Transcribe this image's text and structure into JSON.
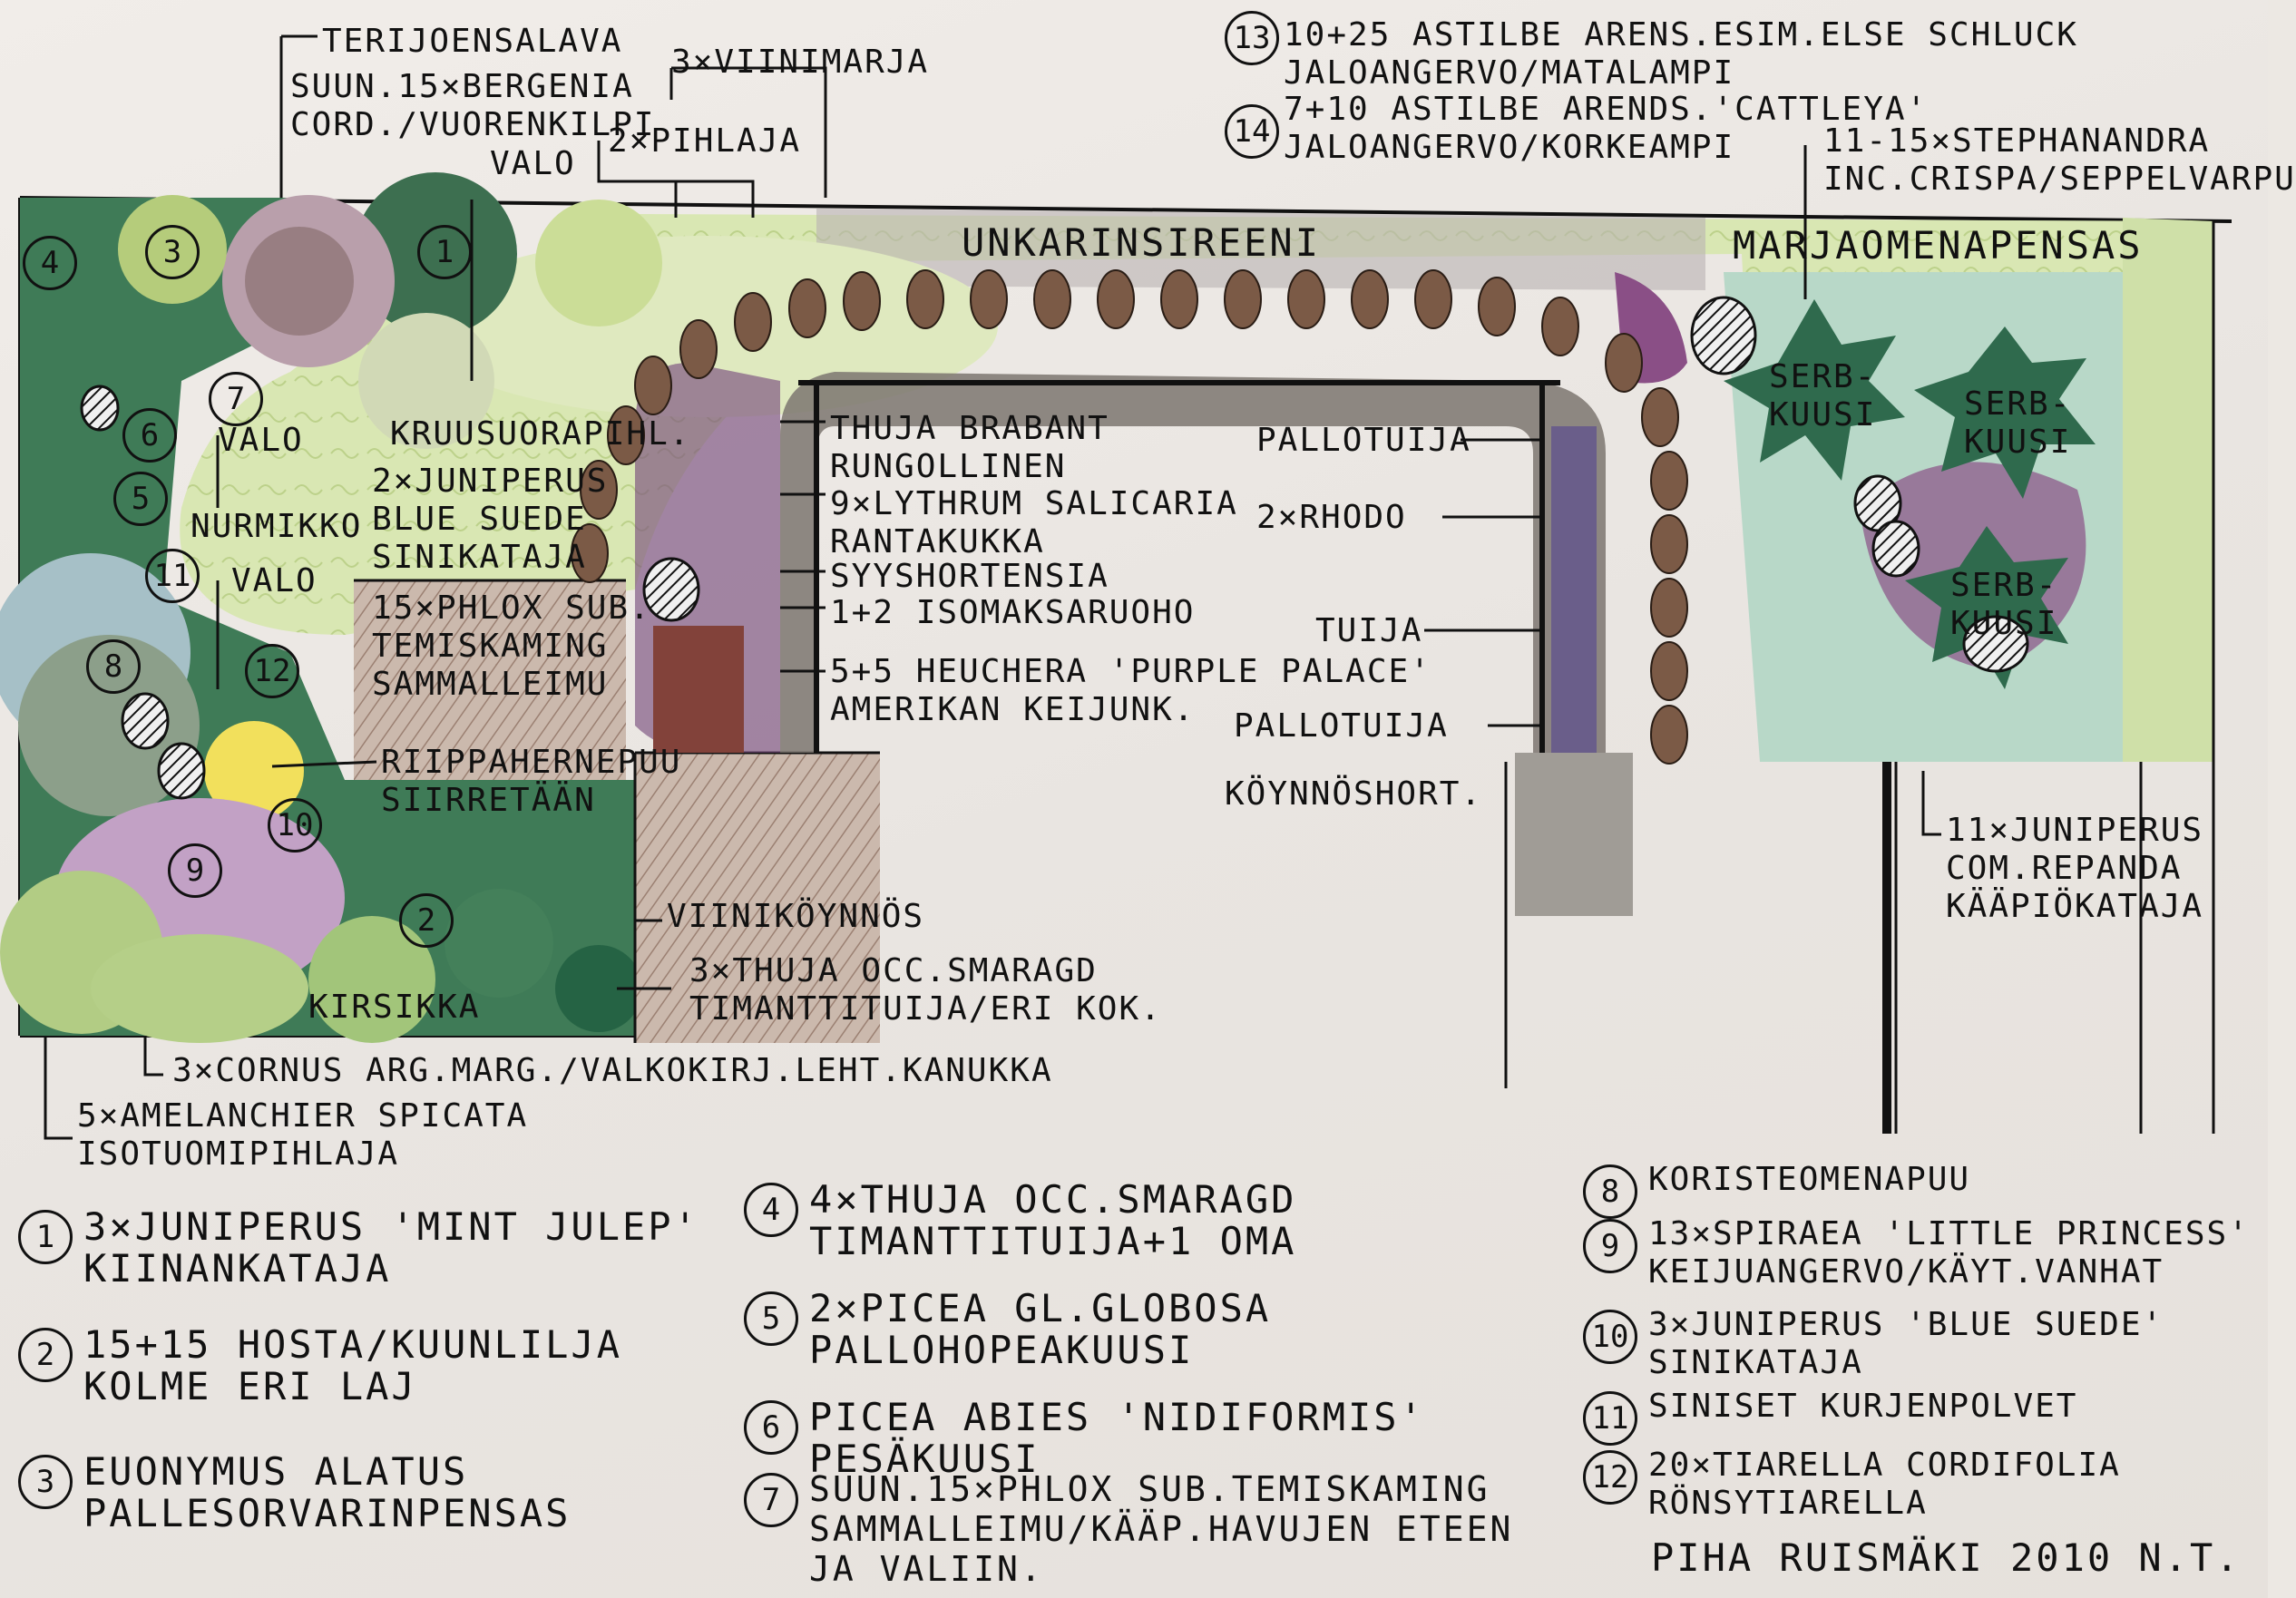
{
  "plan": {
    "labels": {
      "terijoensalava": "TERIJOENSALAVA",
      "bergenia": "SUUN.15×BERGENIA\nCORD./VUORENKILPI",
      "viinimarja": "3×VIINIMARJA",
      "pihlaja": "2×PIHLAJA",
      "valo_top": "VALO",
      "unkarinsireeni": "UNKARINSIREENI",
      "valo_left": "VALO",
      "nurmikko": "NURMIKKO",
      "valo_mid": "VALO",
      "kruusuorapihl": "KRUUSUORAPIHL.",
      "juniperus_blue": "2×JUNIPERUS\nBLUE SUEDE\nSINIKATAJA",
      "phlox": "15×PHLOX SUB.\nTEMISKAMING\nSAMMALLEIMU",
      "riippaherneenpuu": "RIIPPAHERNEPUU\nSIIRRETÄÄN",
      "thuja_brabant": "THUJA BRABANT\nRUNGOLLINEN",
      "lythrum": "9×LYTHRUM SALICARIA\nRANTAKUKKA",
      "syyshortensia": "SYYSHORTENSIA",
      "isomaksaruoho": "1+2 ISOMAKSARUOHO",
      "heuchera": "5+5 HEUCHERA 'PURPLE PALACE'\nAMERIKAN KEIJUNK.",
      "pallotuija_top": "PALLOTUIJA",
      "rhodo": "2×RHODO",
      "tuija": "TUIJA",
      "pallotuija_bottom": "PALLOTUIJA",
      "koynnoshort": "KÖYNNÖSHORT.",
      "viinikoynnos": "VIINIKÖYNNÖS",
      "thuja_smaragd": "3×THUJA OCC.SMARAGD\nTIMANTTITUIJA/ERI KOK.",
      "kirsikka": "KIRSIKKA",
      "cornus": "3×CORNUS ARG.MARG./VALKOKIRJ.LEHT.KANUKKA",
      "amelanchier": "5×AMELANCHIER SPICATA\nISOTUOMIPIHLAJA",
      "astilbe_13": "10+25 ASTILBE ARENS.ESIM.ELSE SCHLUCK\nJALOANGERVO/MATALAMPI",
      "astilbe_14": "7+10 ASTILBE ARENDS.'CATTLEYA'\nJALOANGERVO/KORKEAMPI",
      "stephanandra": "11-15×STEPHANANDRA\nINC.CRISPA/SEPPELVARPU",
      "marjaomenapensas": "MARJAOMENAPENSAS",
      "serbkuusi": "SERB-\nKUUSI",
      "juniperus_repanda": "11×JUNIPERUS\nCOM.REPANDA\nKÄÄPIÖKATAJA"
    },
    "map_numbers": [
      "13",
      "14",
      "1",
      "2",
      "3",
      "4",
      "5",
      "6",
      "7",
      "8",
      "9",
      "10",
      "11",
      "12"
    ]
  },
  "legend": [
    {
      "num": "1",
      "text": "3×JUNIPERUS 'MINT JULEP'\nKIINANKATAJA"
    },
    {
      "num": "2",
      "text": "15+15 HOSTA/KUUNLILJA\nKOLME ERI LAJ"
    },
    {
      "num": "3",
      "text": "EUONYMUS ALATUS\nPALLESORVARINPENSAS"
    },
    {
      "num": "4",
      "text": "4×THUJA OCC.SMARAGD\nTIMANTTITUIJA+1 OMA"
    },
    {
      "num": "5",
      "text": "2×PICEA GL.GLOBOSA\nPALLOHOPEAKUUSI"
    },
    {
      "num": "6",
      "text": "PICEA ABIES 'NIDIFORMIS'\nPESÄKUUSI"
    },
    {
      "num": "7",
      "text": "SUUN.15×PHLOX SUB.TEMISKAMING\nSAMMALLEIMU/KÄÄP.HAVUJEN ETEEN\nJA VALIIN."
    },
    {
      "num": "8",
      "text": "KORISTEOMENAPUU"
    },
    {
      "num": "9",
      "text": "13×SPIRAEA 'LITTLE PRINCESS'\nKEIJUANGERVO/KÄYT.VANHAT"
    },
    {
      "num": "10",
      "text": "3×JUNIPERUS 'BLUE SUEDE'\nSINIKATAJA"
    },
    {
      "num": "11",
      "text": "SINISET KURJENPOLVET"
    },
    {
      "num": "12",
      "text": "20×TIARELLA CORDIFOLIA\nRÖNSYTIARELLA"
    }
  ],
  "signature": "PIHA RUISMÄKI 2010 N.T.",
  "colors": {
    "lawn": "#d8e6b0",
    "dark_conifer": "#2f6a4a",
    "light_shrub": "#c3d98f",
    "purple_bed": "#8a4f86",
    "blue_conifer": "#6f8fa8",
    "stepping_stone": "#7a5a44",
    "house_floor": "#c9b4a6",
    "grey_path": "#9a9a94"
  }
}
